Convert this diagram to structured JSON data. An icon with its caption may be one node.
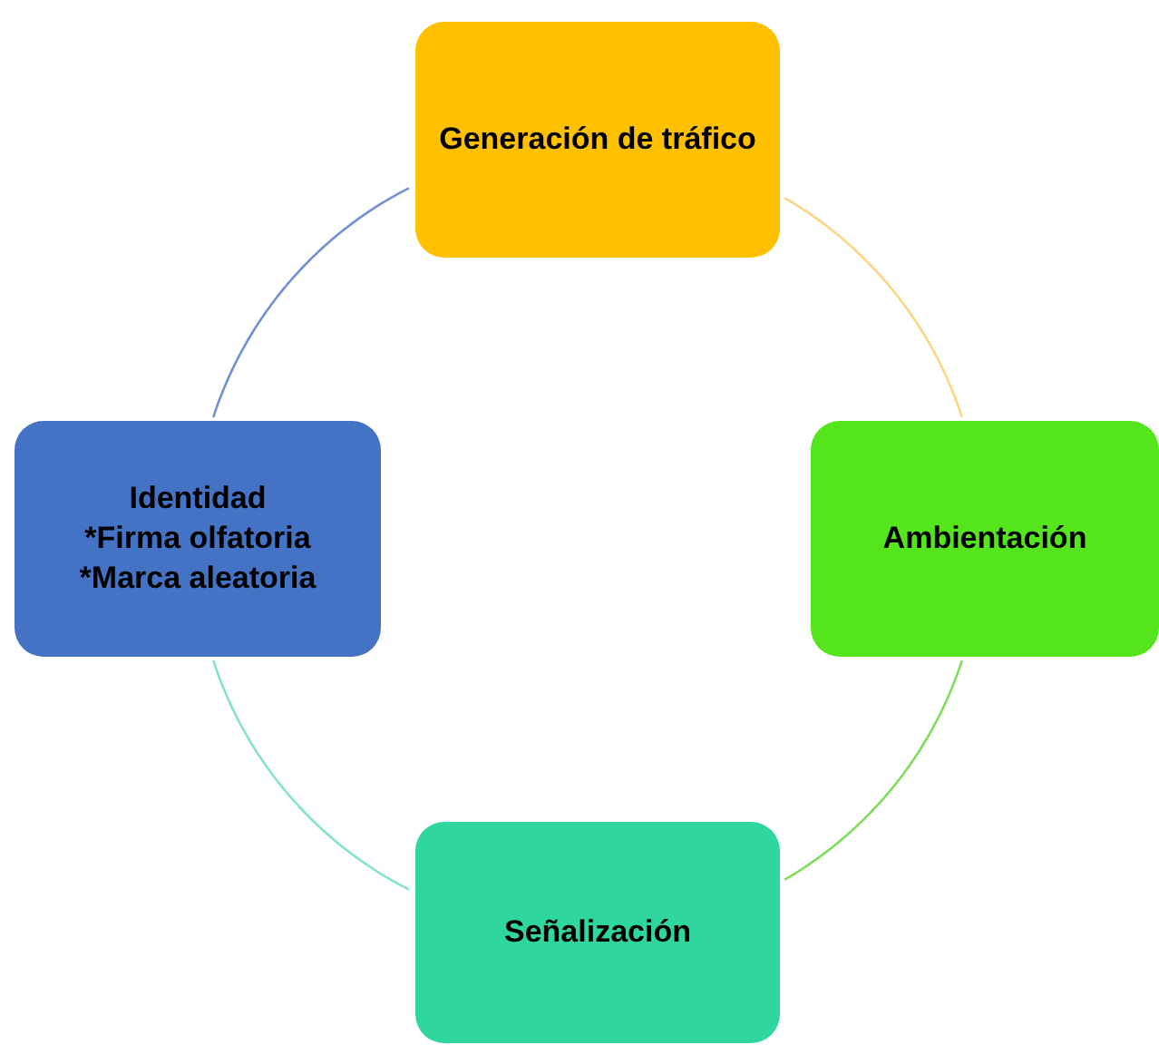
{
  "diagram": {
    "nodes": [
      {
        "text": [
          "Generación de tráfico"
        ]
      },
      {
        "text": [
          "Ambientación"
        ]
      },
      {
        "text": [
          "Señalización"
        ]
      },
      {
        "text": [
          "Identidad",
          "*Firma olfatoria",
          "*Marca aleatoria"
        ]
      }
    ],
    "edges": [
      {
        "from": 0,
        "to": 1,
        "arrow": "none",
        "color": "#ffd484"
      },
      {
        "from": 1,
        "to": 2,
        "arrow": "none",
        "color": "#80dd5c"
      },
      {
        "from": 2,
        "to": 3,
        "arrow": "none",
        "color": "#86e3c6"
      },
      {
        "from": 3,
        "to": 0,
        "arrow": "none",
        "color": "#6f90d2"
      }
    ]
  }
}
